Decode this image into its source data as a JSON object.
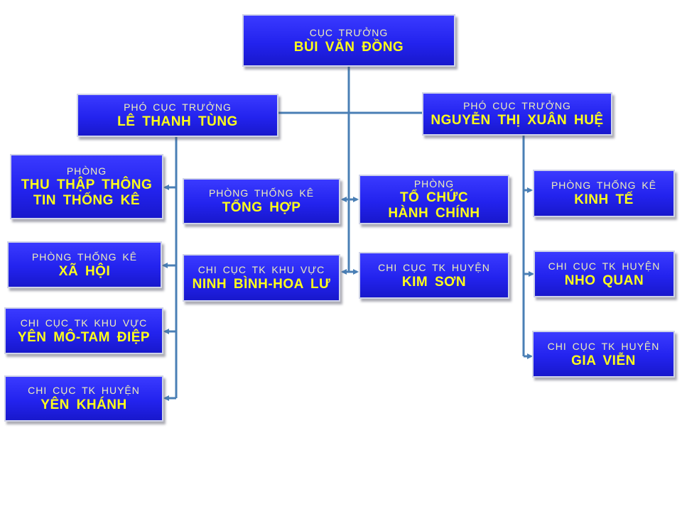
{
  "director": {
    "role": "CỤC TRƯỞNG",
    "name": "BÙI VĂN ĐỒNG"
  },
  "deputy_left": {
    "role": "PHÓ CỤC TRƯỞNG",
    "name": "LÊ THANH TÙNG"
  },
  "deputy_right": {
    "role": "PHÓ CỤC TRƯỞNG",
    "name": "NGUYỄN THỊ XUÂN HUỆ"
  },
  "left_units": [
    {
      "role": "PHÒNG",
      "name_line1": "THU THẬP THÔNG",
      "name_line2": "TIN THỐNG KÊ"
    },
    {
      "role": "PHÒNG THỐNG KÊ",
      "name": "XÃ HỘI"
    },
    {
      "role": "CHI CỤC TK KHU VỰC",
      "name": "YÊN MÔ-TAM ĐIỆP"
    },
    {
      "role": "CHI CỤC TK HUYỆN",
      "name": "YÊN KHÁNH"
    }
  ],
  "center_left_units": [
    {
      "role": "PHÒNG THỐNG KÊ",
      "name": "TỔNG HỢP"
    },
    {
      "role": "CHI CỤC TK KHU VỰC",
      "name": "NINH BÌNH-HOA LƯ"
    }
  ],
  "center_right_units": [
    {
      "role": "PHÒNG",
      "name_line1": "TỔ CHỨC",
      "name_line2": "HÀNH CHÍNH"
    },
    {
      "role": "CHI CỤC TK HUYỆN",
      "name": "KIM SƠN"
    }
  ],
  "right_units": [
    {
      "role": "PHÒNG THỐNG KÊ",
      "name": "KINH TẾ"
    },
    {
      "role": "CHI CỤC TK HUYỆN",
      "name": "NHO QUAN"
    },
    {
      "role": "CHI CỤC TK HUYỆN",
      "name": "GIA VIỄN"
    }
  ],
  "colors": {
    "box_fill": "#2a2af0",
    "box_border": "#cfd3e8",
    "role_text": "#f0f0b8",
    "name_text": "#ffff1a",
    "connector": "#4a7fb5"
  }
}
